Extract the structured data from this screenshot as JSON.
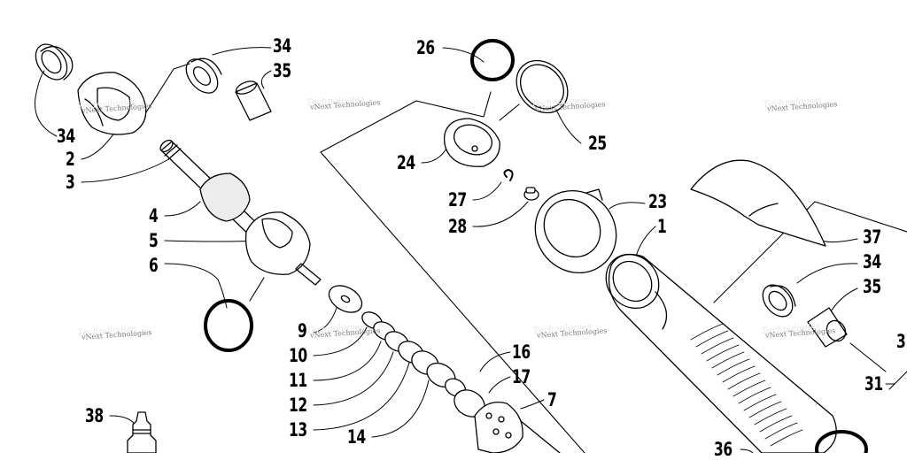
{
  "callouts": {
    "c34a": "34",
    "c35a": "35",
    "c34b": "34",
    "c2": "2",
    "c3": "3",
    "c4": "4",
    "c5": "5",
    "c6": "6",
    "c26": "26",
    "c24": "24",
    "c25": "25",
    "c27": "27",
    "c28": "28",
    "c23": "23",
    "c1": "1",
    "c37": "37",
    "c34c": "34",
    "c35b": "35",
    "c3x": "3",
    "c31": "31",
    "c9": "9",
    "c10": "10",
    "c11": "11",
    "c12": "12",
    "c13": "13",
    "c14": "14",
    "c16": "16",
    "c17": "17",
    "c7": "7",
    "c38": "38",
    "c36": "36"
  },
  "watermark": "vNext Technologies"
}
